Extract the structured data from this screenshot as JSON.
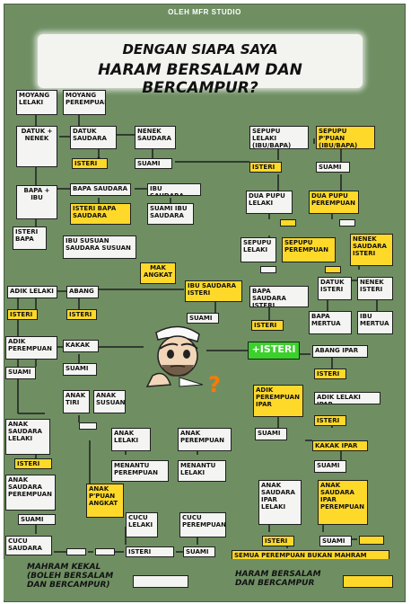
{
  "credit": "OLEH MFR STUDIO",
  "title": {
    "line1": "DENGAN SIAPA SAYA",
    "line2": "HARAM BERSALAM DAN BERCAMPUR?"
  },
  "colors": {
    "background": "#6f8f63",
    "mahram": "#f4f4f2",
    "non_mahram": "#ffd92a",
    "spouse": "#3bd12b"
  },
  "icons": {
    "center": "thinking-man-icon",
    "question": "question-mark-icon"
  },
  "boxes": {
    "moyang_lelaki": "MOYANG LELAKI",
    "moyang_perempuan": "MOYANG PEREMPUAN",
    "datuk_nenek": "DATUK + NENEK",
    "datuk_saudara": "DATUK SAUDARA",
    "nenek_saudara": "NENEK SAUDARA",
    "isteri_1": "ISTERI",
    "suami_1": "SUAMI",
    "bapa_ibu": "BAPA + IBU",
    "bapa_saudara": "BAPA SAUDARA",
    "ibu_saudara": "IBU SAUDARA",
    "isteri_bapa_saudara": "ISTERI BAPA SAUDARA",
    "suami_ibu_saudara": "SUAMI IBU SAUDARA",
    "isteri_bapa": "ISTERI BAPA",
    "ibu_susuan": "IBU SUSUAN SAUDARA SUSUAN",
    "mak_angkat": "MAK ANGKAT",
    "sepupu_lelaki_1": "SEPUPU LELAKI (IBU/BAPA)",
    "sepupu_pr_1": "SEPUPU P'PUAN (IBU/BAPA)",
    "isteri_2": "ISTERI",
    "suami_2": "SUAMI",
    "dua_pupu_lelaki": "DUA PUPU LELAKI",
    "dua_pupu_pr": "DUA PUPU PEREMPUAN",
    "sepupu_lelaki_2": "SEPUPU LELAKI",
    "sepupu_pr_2": "SEPUPU PEREMPUAN",
    "nenek_saudara_isteri": "NENEK SAUDARA ISTERI",
    "adik_lelaki": "ADIK LELAKI",
    "abang": "ABANG",
    "isteri_3": "ISTERI",
    "isteri_4": "ISTERI",
    "ibu_saudara_isteri": "IBU SAUDARA ISTERI",
    "bapa_saudara_isteri": "BAPA SAUDARA ISTERI",
    "datuk_isteri": "DATUK ISTERI",
    "nenek_isteri": "NENEK ISTERI",
    "suami_3": "SUAMI",
    "isteri_5": "ISTERI",
    "bapa_mertua": "BAPA MERTUA",
    "ibu_mertua": "IBU MERTUA",
    "adik_perempuan": "ADIK PEREMPUAN",
    "kakak": "KAKAK",
    "suami_4": "SUAMI",
    "suami_5": "SUAMI",
    "plus_isteri": "+ISTERI",
    "abang_ipar": "ABANG IPAR",
    "isteri_6": "ISTERI",
    "anak_tiri": "ANAK TIRI",
    "anak_susuan": "ANAK SUSUAN",
    "adik_pr_ipar": "ADIK PEREMPUAN IPAR",
    "adik_lelaki_ipar": "ADIK LELAKI IPAR",
    "isteri_7": "ISTERI",
    "anak_saudara_lelaki": "ANAK SAUDARA LELAKI",
    "anak_lelaki": "ANAK LELAKI",
    "anak_perempuan": "ANAK PEREMPUAN",
    "suami_6": "SUAMI",
    "kakak_ipar": "KAKAK IPAR",
    "isteri_8": "ISTERI",
    "menantu_perempuan": "MENANTU PEREMPUAN",
    "menantu_lelaki": "MENANTU LELAKI",
    "suami_7": "SUAMI",
    "anak_saudara_perempuan": "ANAK SAUDARA PEREMPUAN",
    "anak_pr_angkat": "ANAK P'PUAN ANGKAT",
    "suami_8": "SUAMI",
    "anak_saudara_ipar_lelaki": "ANAK SAUDARA IPAR LELAKI",
    "anak_saudara_ipar_pr": "ANAK SAUDARA IPAR PEREMPUAN",
    "cucu_lelaki": "CUCU LELAKI",
    "cucu_perempuan": "CUCU PEREMPUAN",
    "cucu_saudara": "CUCU SAUDARA",
    "isteri_9": "ISTERI",
    "suami_9": "SUAMI",
    "isteri_10": "ISTERI",
    "suami_10": "SUAMI",
    "semua_pr": "SEMUA PEREMPUAN BUKAN MAHRAM"
  },
  "legend": {
    "mahram": "MAHRAM KEKAL (BOLEH BERSALAM DAN BERCAMPUR)",
    "haram": "HARAM BERSALAM DAN BERCAMPUR"
  }
}
